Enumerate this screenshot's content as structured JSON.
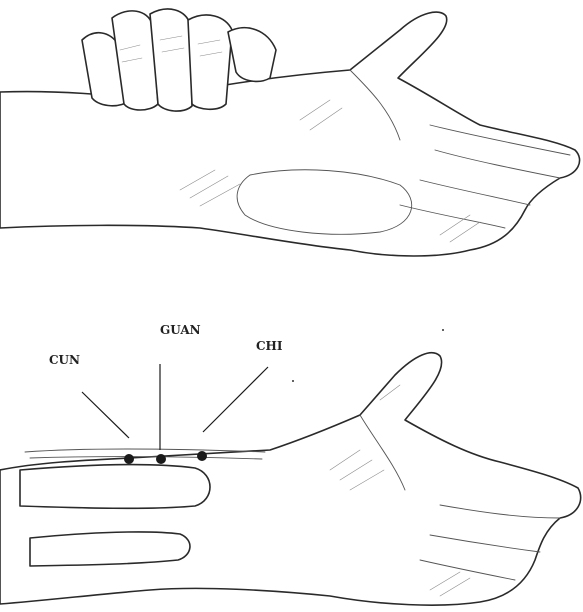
{
  "figure": {
    "labels": {
      "cun": "CUN",
      "guan": "GUAN",
      "chi": "CHI"
    },
    "colors": {
      "ink": "#1a1a1a",
      "background": "#ffffff"
    },
    "icons": [
      "hand-fist-illustration",
      "hand-open-illustration"
    ]
  }
}
